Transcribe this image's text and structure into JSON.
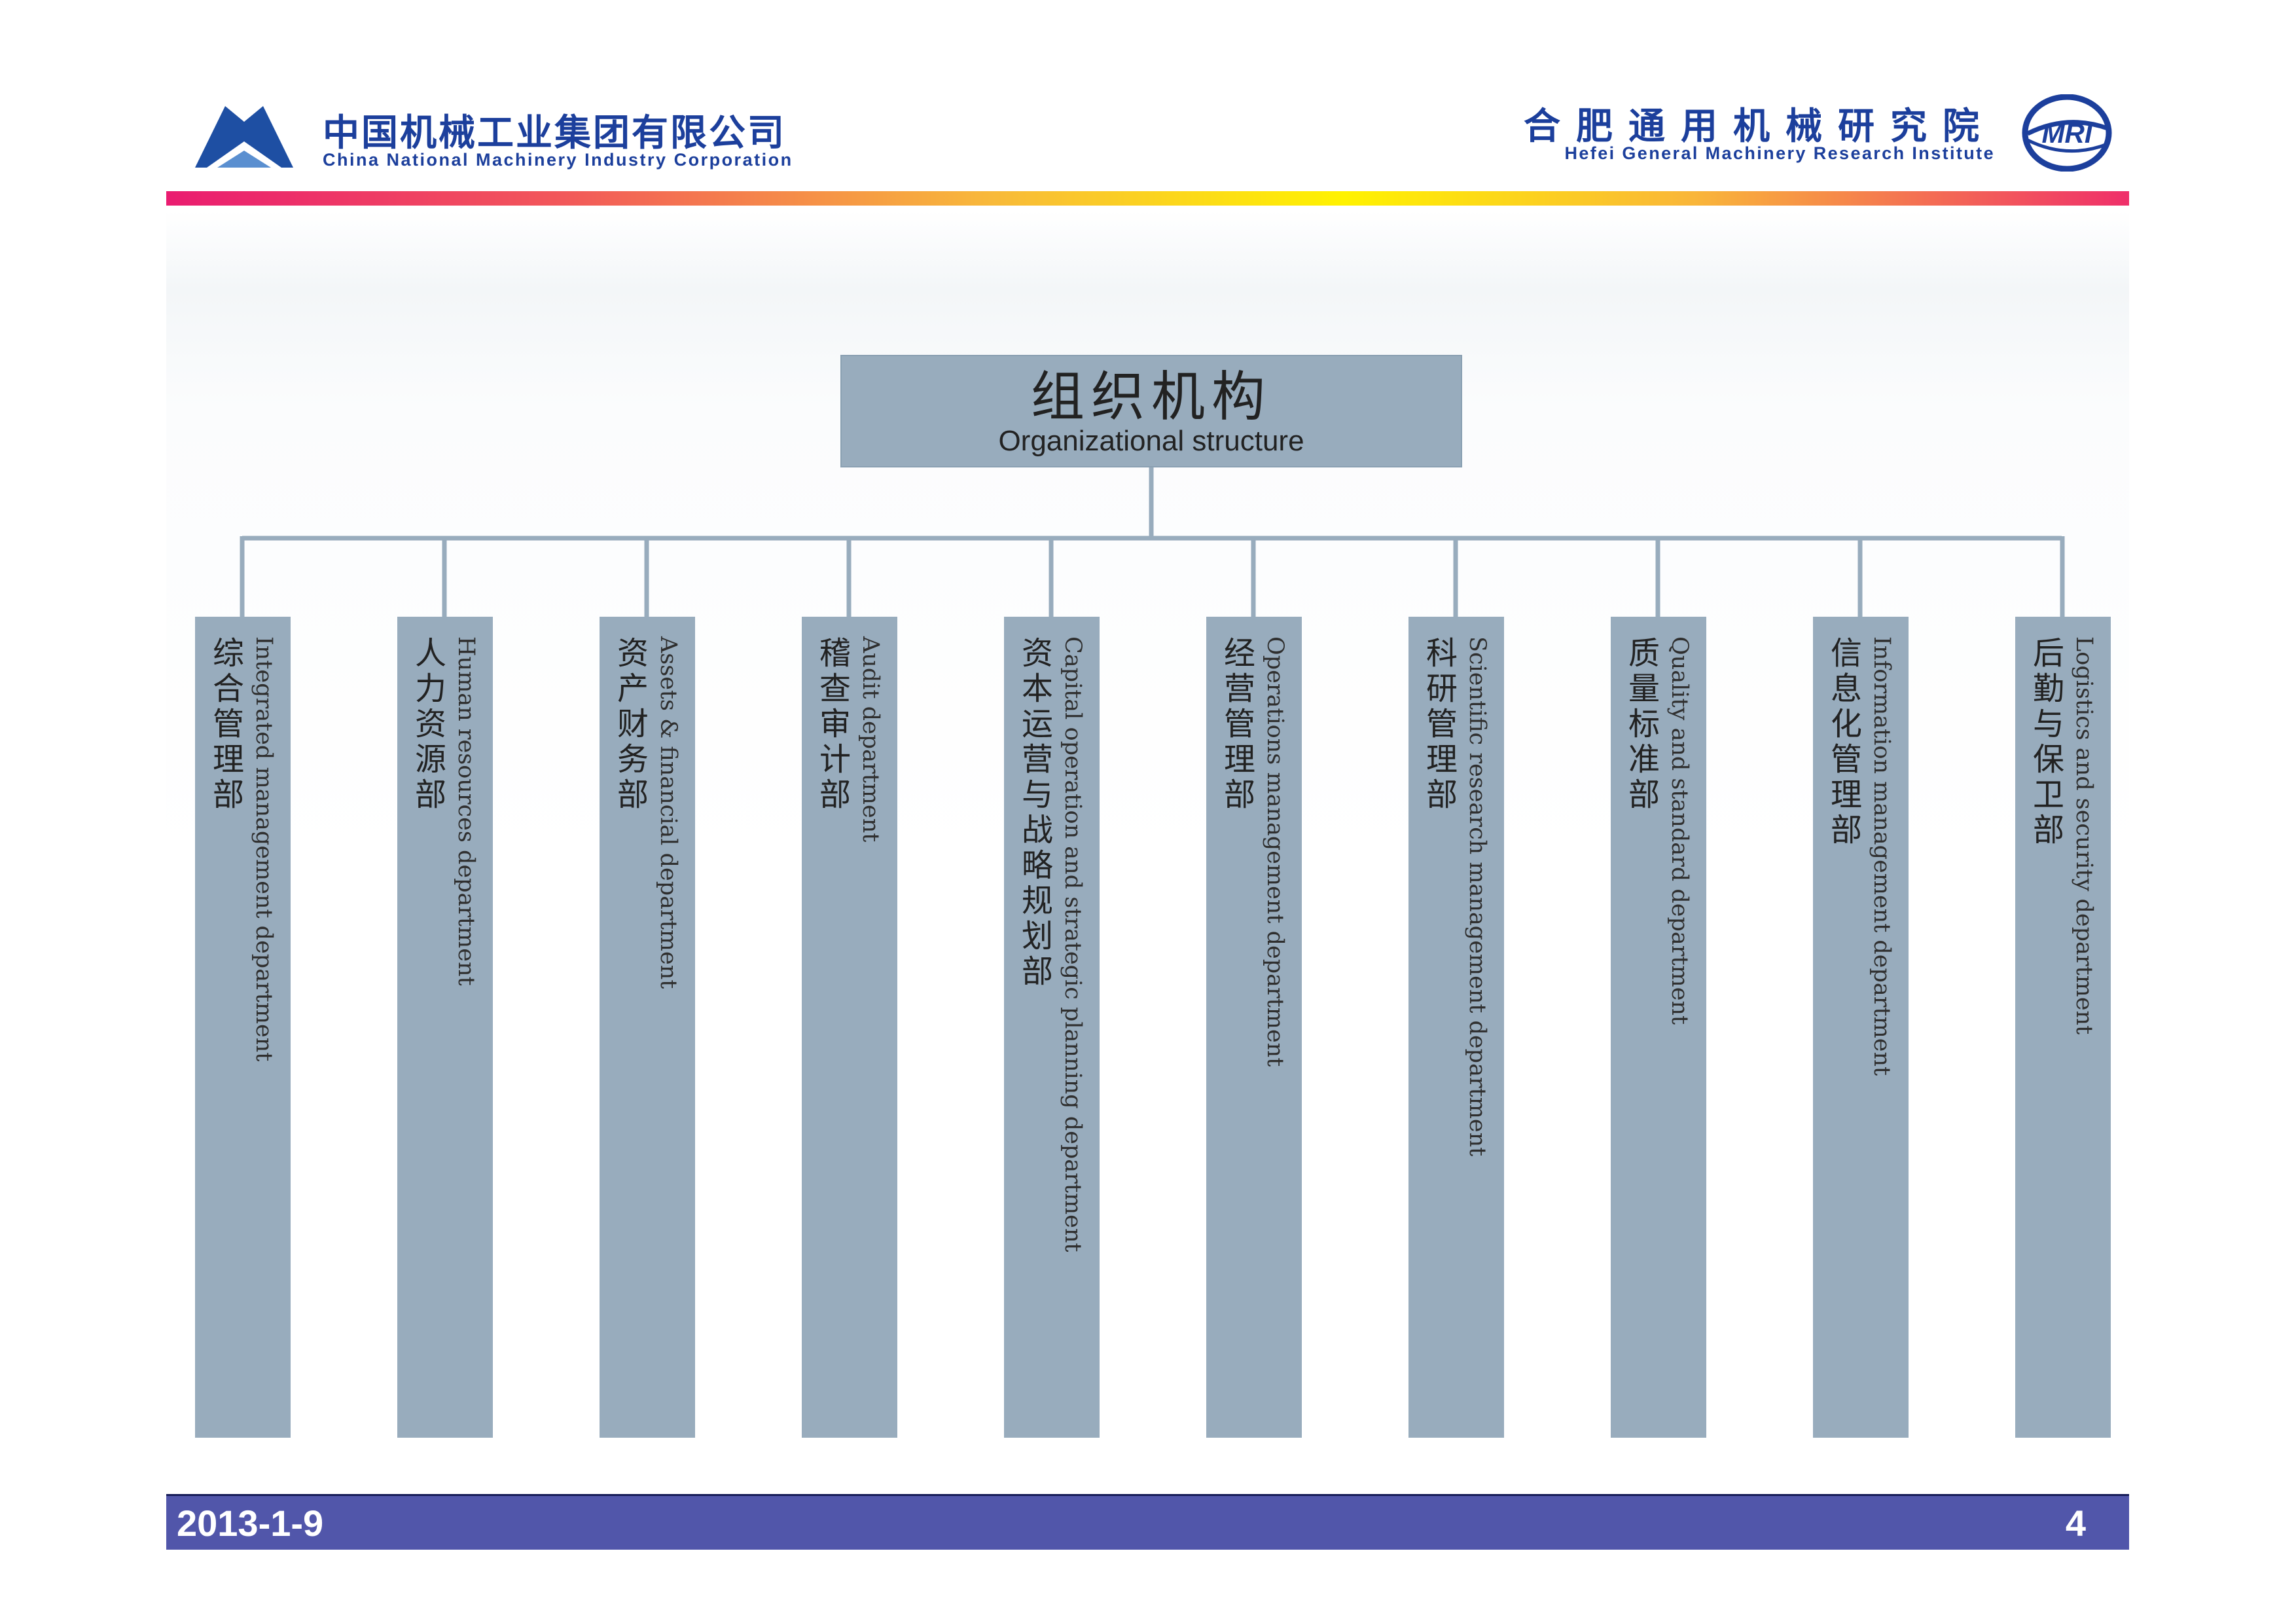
{
  "header": {
    "left_logo_icon": "cnmic-mountain-logo",
    "company_cn": "中国机械工业集团有限公司",
    "company_en": "China National Machinery Industry Corporation",
    "institute_cn": "合肥通用机械研究院",
    "institute_en": "Hefei General Machinery Research Institute",
    "right_logo_text": "MRI"
  },
  "org_chart": {
    "title_cn": "组织机构",
    "title_en": "Organizational structure",
    "departments": [
      {
        "cn": "综合管理部",
        "en": "Integrated management department"
      },
      {
        "cn": "人力资源部",
        "en": "Human resources department"
      },
      {
        "cn": "资产财务部",
        "en": "Assets & financial department"
      },
      {
        "cn": "稽查审计部",
        "en": "Audit department"
      },
      {
        "cn": "资本运营与战略规划部",
        "en": "Capital operation and strategic planning department"
      },
      {
        "cn": "经营管理部",
        "en": "Operations management department"
      },
      {
        "cn": "科研管理部",
        "en": "Scientific research management department"
      },
      {
        "cn": "质量标准部",
        "en": "Quality and standard department"
      },
      {
        "cn": "信息化管理部",
        "en": "Information management department"
      },
      {
        "cn": "后勤与保卫部",
        "en": "Logistics and security department"
      }
    ]
  },
  "footer": {
    "date": "2013-1-9",
    "page": "4"
  },
  "colors": {
    "brand_blue": "#1c3f9c",
    "box_fill": "#98acbd",
    "connector": "#98acbd",
    "footer_bar": "#5156aa"
  }
}
